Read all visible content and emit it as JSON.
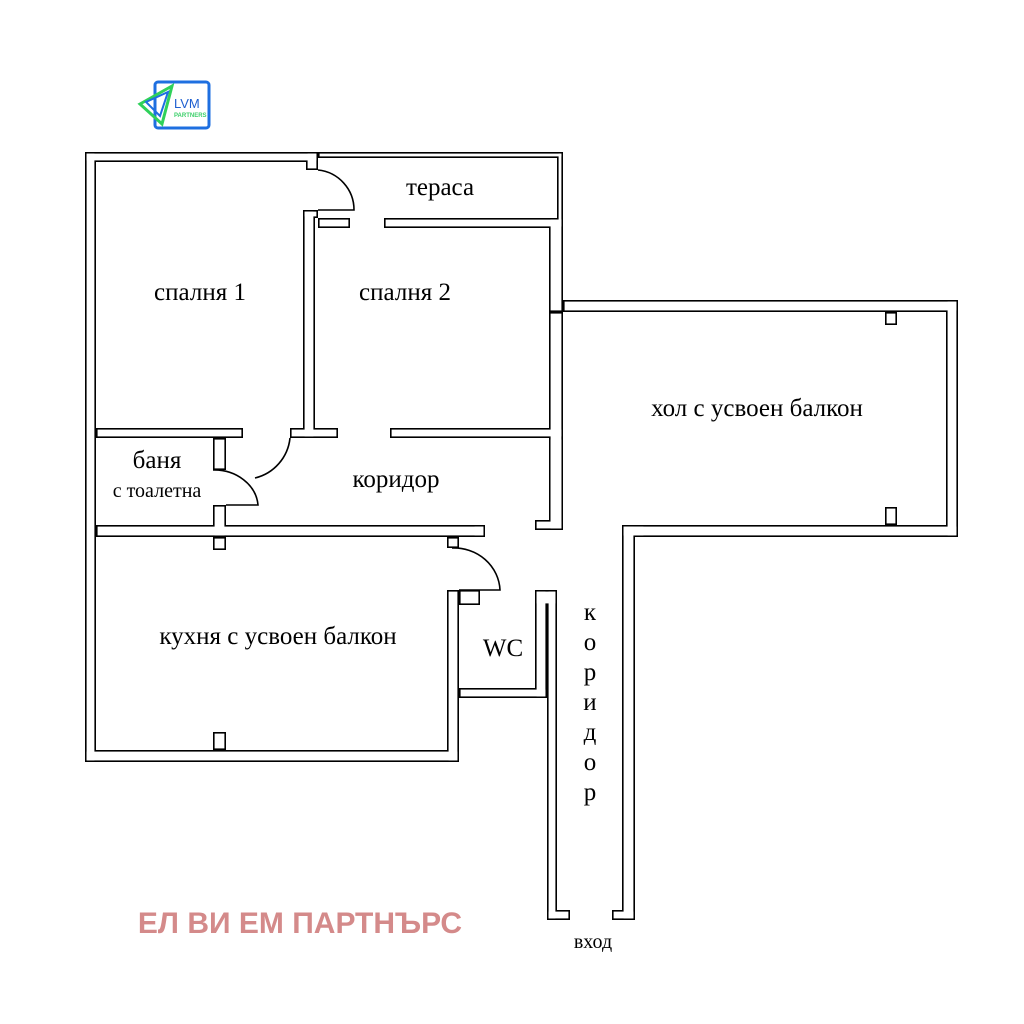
{
  "logo": {
    "text_main": "LVM",
    "text_sub": "PARTNERS",
    "colors": {
      "frame": "#1e6fe0",
      "accent": "#2fd15a",
      "text": "#1e5fd0",
      "sub": "#3ccf6a"
    }
  },
  "rooms": {
    "terrace": "тераса",
    "bedroom1": "спалня 1",
    "bedroom2": "спалня 2",
    "living": "хол  с  усвоен балкон",
    "bath_line1": "баня",
    "bath_line2": "с тоалетна",
    "corridor": "коридор",
    "kitchen": "кухня с усвоен балкон",
    "wc": "WC",
    "corridor_vertical": [
      "к",
      "о",
      "р",
      "и",
      "д",
      "о",
      "р"
    ],
    "entrance": "вход"
  },
  "watermark": {
    "text": "ЕЛ ВИ ЕМ  ПАРТНЪРС",
    "color": "#d48a8a"
  }
}
